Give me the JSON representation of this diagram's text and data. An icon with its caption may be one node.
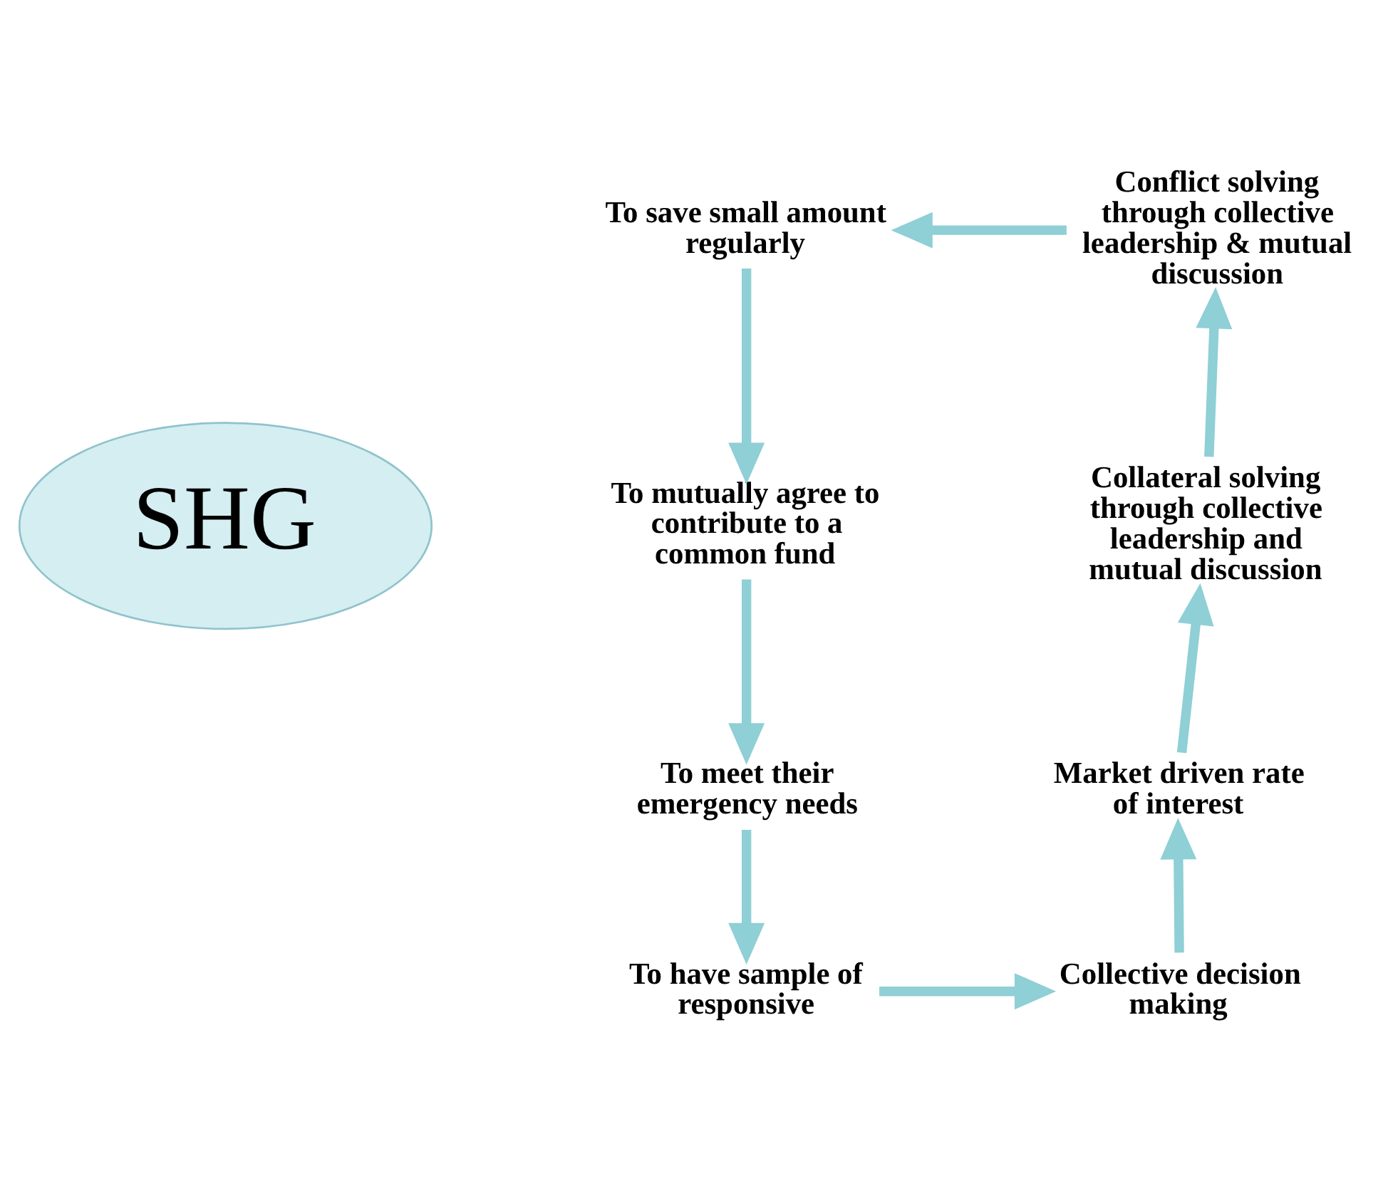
{
  "diagram": {
    "nodes": [
      {
        "text": [
          "SHG"
        ]
      },
      {
        "text": [
          "To save small amount regularly"
        ]
      },
      {
        "text": [
          "Conflict solving through collective leadership & mutual discussion"
        ]
      },
      {
        "text": [
          "To mutually agree to contribute to a common fund"
        ]
      },
      {
        "text": [
          "Collateral solving through collective leadership and mutual discussion"
        ]
      },
      {
        "text": [
          "To meet their emergency needs"
        ]
      },
      {
        "text": [
          "Market driven rate of interest"
        ]
      },
      {
        "text": [
          "To have sample of responsive"
        ]
      },
      {
        "text": [
          "Collective decision making"
        ]
      }
    ],
    "edges": [
      {
        "from": 2,
        "to": 1,
        "arrow": "to"
      },
      {
        "from": 1,
        "to": 3,
        "arrow": "to"
      },
      {
        "from": 3,
        "to": 5,
        "arrow": "to"
      },
      {
        "from": 5,
        "to": 7,
        "arrow": "to"
      },
      {
        "from": 7,
        "to": 8,
        "arrow": "to"
      },
      {
        "from": 8,
        "to": 6,
        "arrow": "to"
      },
      {
        "from": 6,
        "to": 4,
        "arrow": "to"
      },
      {
        "from": 4,
        "to": 2,
        "arrow": "to"
      }
    ]
  }
}
